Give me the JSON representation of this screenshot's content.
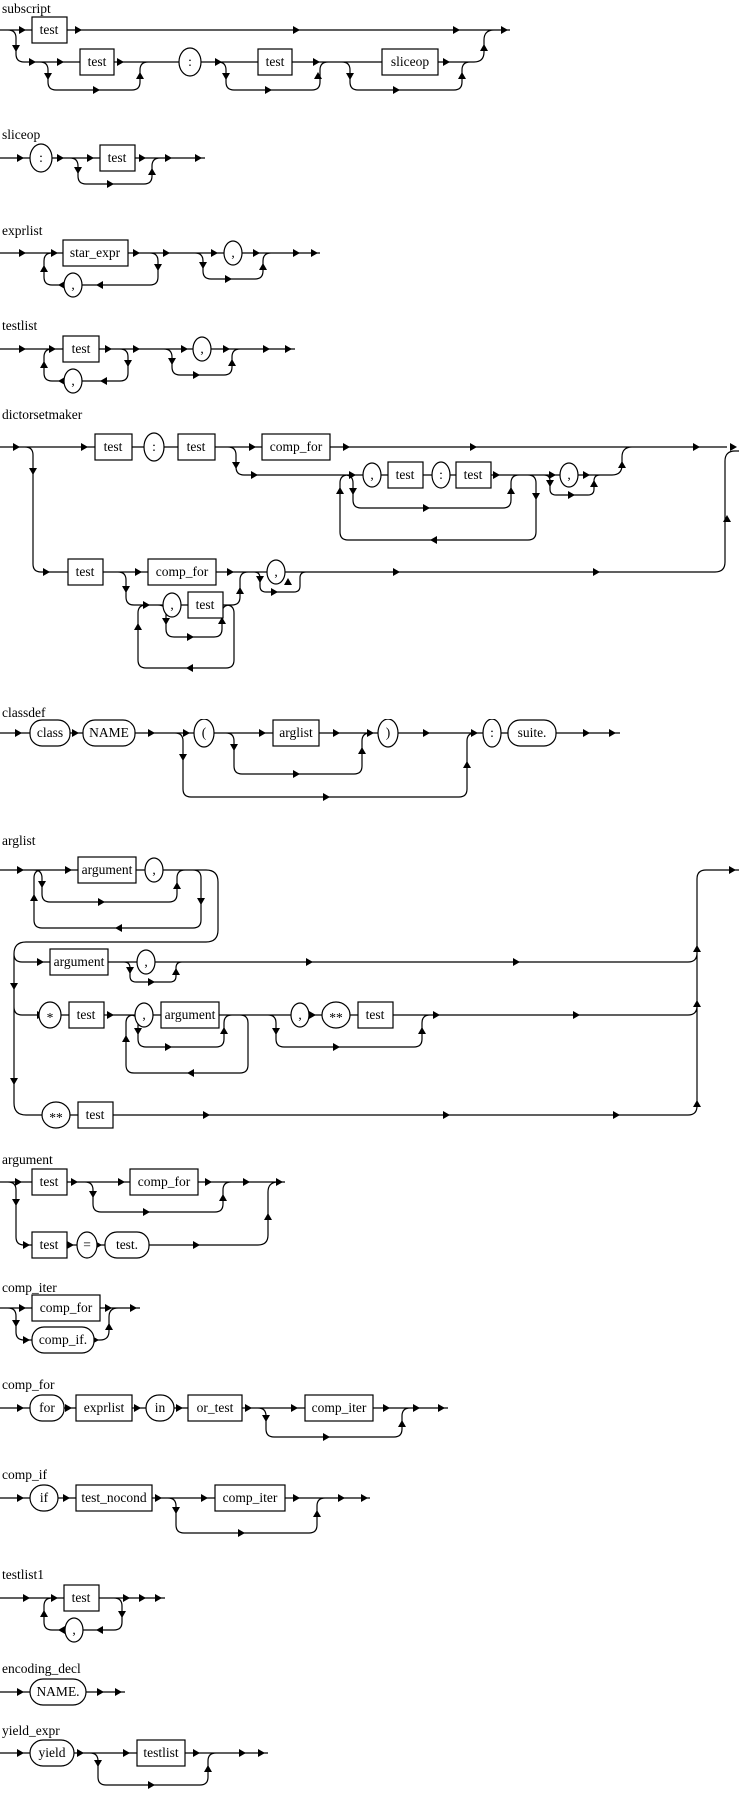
{
  "page": {
    "background": "#ffffff",
    "ink": "#000000",
    "kind": "railroad-grammar-diagrams"
  },
  "rules": [
    {
      "title": "subscript",
      "tokens": [
        "test",
        "test",
        ":",
        "test",
        "sliceop"
      ]
    },
    {
      "title": "sliceop",
      "tokens": [
        ":",
        "test"
      ]
    },
    {
      "title": "exprlist",
      "tokens": [
        "star_expr",
        ",",
        ","
      ]
    },
    {
      "title": "testlist",
      "tokens": [
        "test",
        ",",
        ","
      ]
    },
    {
      "title": "dictorsetmaker",
      "tokens": [
        "test",
        ":",
        "test",
        "comp_for",
        ",",
        "test",
        ":",
        "test",
        ",",
        "test",
        "comp_for",
        ",",
        "test",
        ","
      ]
    },
    {
      "title": "classdef",
      "tokens": [
        "class",
        "NAME",
        "(",
        "arglist",
        ")",
        ":",
        "suite."
      ]
    },
    {
      "title": "arglist",
      "tokens": [
        "argument",
        ",",
        "argument",
        ",",
        "*",
        "test",
        ",",
        "argument",
        ",",
        "**",
        "test",
        "**",
        "test"
      ]
    },
    {
      "title": "argument",
      "tokens": [
        "test",
        "comp_for",
        "test",
        "=",
        "test."
      ]
    },
    {
      "title": "comp_iter",
      "tokens": [
        "comp_for",
        "comp_if."
      ]
    },
    {
      "title": "comp_for",
      "tokens": [
        "for",
        "exprlist",
        "in",
        "or_test",
        "comp_iter"
      ]
    },
    {
      "title": "comp_if",
      "tokens": [
        "if",
        "test_nocond",
        "comp_iter"
      ]
    },
    {
      "title": "testlist1",
      "tokens": [
        "test",
        ","
      ]
    },
    {
      "title": "encoding_decl",
      "tokens": [
        "NAME."
      ]
    },
    {
      "title": "yield_expr",
      "tokens": [
        "yield",
        "testlist"
      ]
    }
  ]
}
